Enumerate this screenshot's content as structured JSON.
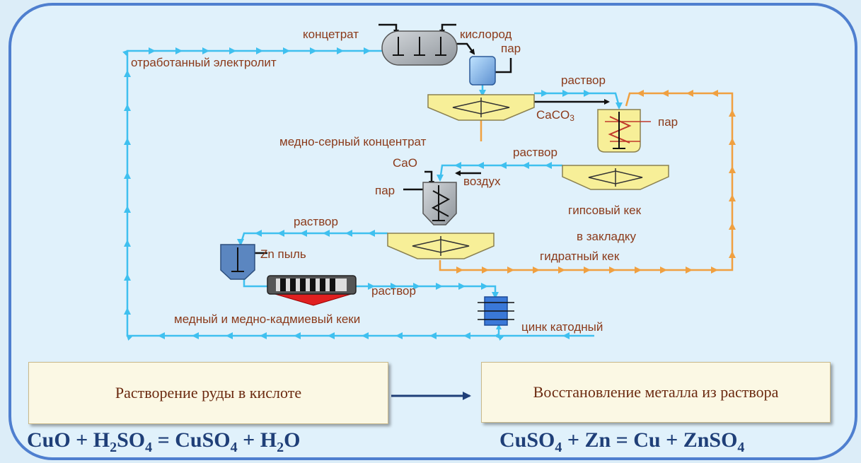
{
  "labels": {
    "concentrate": "концетрат",
    "oxygen": "кислород",
    "steam_top": "пар",
    "spent_electrolyte": "отработанный электролит",
    "solution_top": "раствор",
    "caco3_main": "CaCO",
    "caco3_sub": "3",
    "steam_right": "пар",
    "cu_s_concentrate": "медно-серный концентрат",
    "solution_mid": "раствор",
    "cao": "CaO",
    "steam_left": "пар",
    "air": "воздух",
    "gypsum_cake": "гипсовый кек",
    "solution_low": "раствор",
    "zn_dust": "Zn пыль",
    "to_backfill": "в закладку",
    "hydrate_cake": "гидратный кек",
    "solution_bottom": "раствор",
    "copper_cakes": "медный и медно-кадмиевый кеки",
    "cathode_zinc": "цинк катодный"
  },
  "steps": {
    "dissolution": "Растворение руды в кислоте",
    "recovery": "Восстановление металла из раствора"
  },
  "equations": {
    "left": {
      "p1": "CuO + H",
      "s1": "2",
      "p2": "SO",
      "s2": "4",
      "p3": " = CuSO",
      "s3": "4",
      "p4": " + H",
      "s4": "2",
      "p5": "O"
    },
    "right": {
      "p1": "CuSO",
      "s1": "4",
      "p2": " + Zn = Cu + ZnSO",
      "s2": "4"
    }
  },
  "colors": {
    "background": "#dcedf8",
    "frame": "#4f7fcf",
    "solution_flow": "#3fc0ef",
    "cake_flow": "#f0a040",
    "label_text": "#8b3a1a",
    "equation_text": "#1f3f78",
    "thickener": "#f7ef98",
    "equipment_gray": "#b4b8bc",
    "heater_yellow": "#f7ef98",
    "electrolysis_blue": "#3a78d8",
    "arrow": "#1f3f78"
  }
}
